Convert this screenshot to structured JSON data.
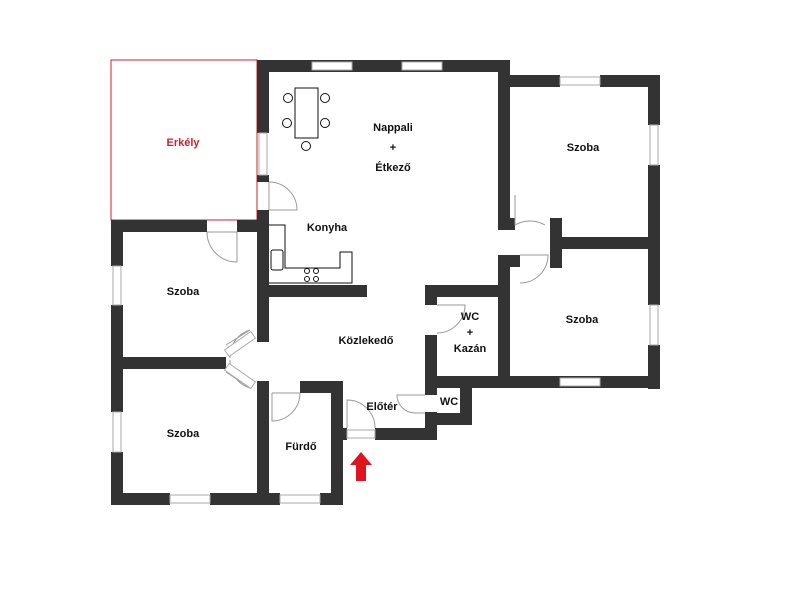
{
  "rooms": {
    "erkely": "Erkély",
    "nappali": [
      "Nappali",
      "+",
      "Étkező"
    ],
    "konyha": "Konyha",
    "szoba_top_right": "Szoba",
    "szoba_left_mid": "Szoba",
    "szoba_left_bottom": "Szoba",
    "szoba_right_mid": "Szoba",
    "kozlekedo": "Közlekedő",
    "wc_kazan": [
      "WC",
      "+",
      "Kazán"
    ],
    "wc": "WC",
    "eloter": "Előtér",
    "furdo": "Fürdő"
  },
  "colors": {
    "wall": "#333333",
    "balcony": "#d0202a",
    "entrance_arrow": "#e0141e"
  }
}
